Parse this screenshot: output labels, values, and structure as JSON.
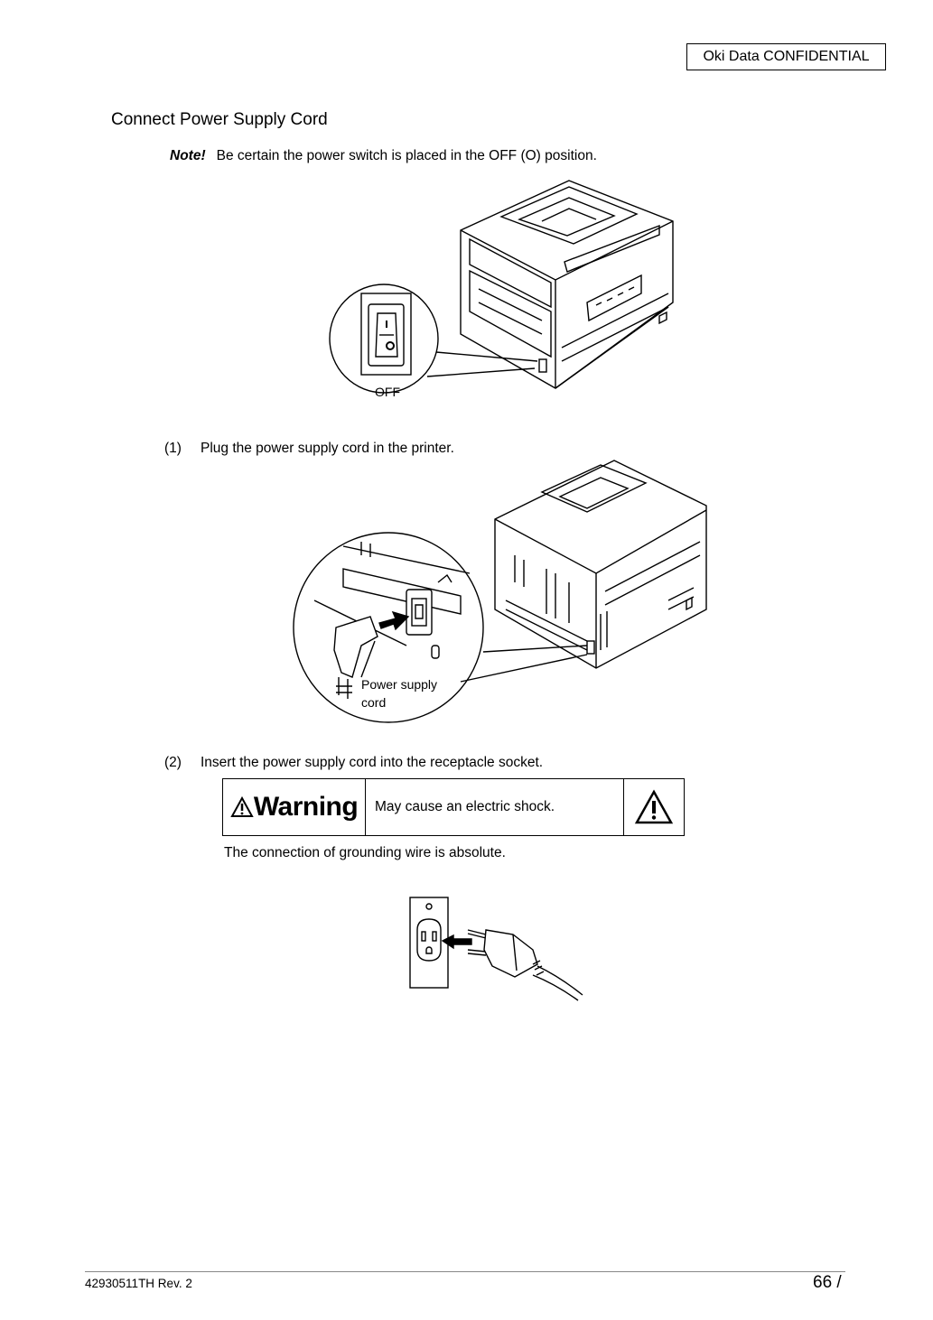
{
  "header": {
    "confidential": "Oki  Data  CONFIDENTIAL"
  },
  "section": {
    "title": "Connect Power Supply Cord",
    "note_label": "Note!",
    "note_text": "Be certain the power switch is placed in the OFF (O) position."
  },
  "figure1": {
    "callout": "OFF"
  },
  "step1": {
    "num": "(1)",
    "text": "Plug the power supply cord in the printer."
  },
  "figure2": {
    "callout_line1": "Power supply",
    "callout_line2": "cord"
  },
  "step2": {
    "num": "(2)",
    "text": "Insert the power supply cord into the receptacle socket."
  },
  "warning": {
    "label": "Warning",
    "text": "May cause an electric shock.",
    "icon": "warning-triangle-icon"
  },
  "grounding_text": "The connection of grounding wire is absolute.",
  "footer": {
    "doc_number": "42930511TH  Rev. 2",
    "page": "66 /"
  }
}
